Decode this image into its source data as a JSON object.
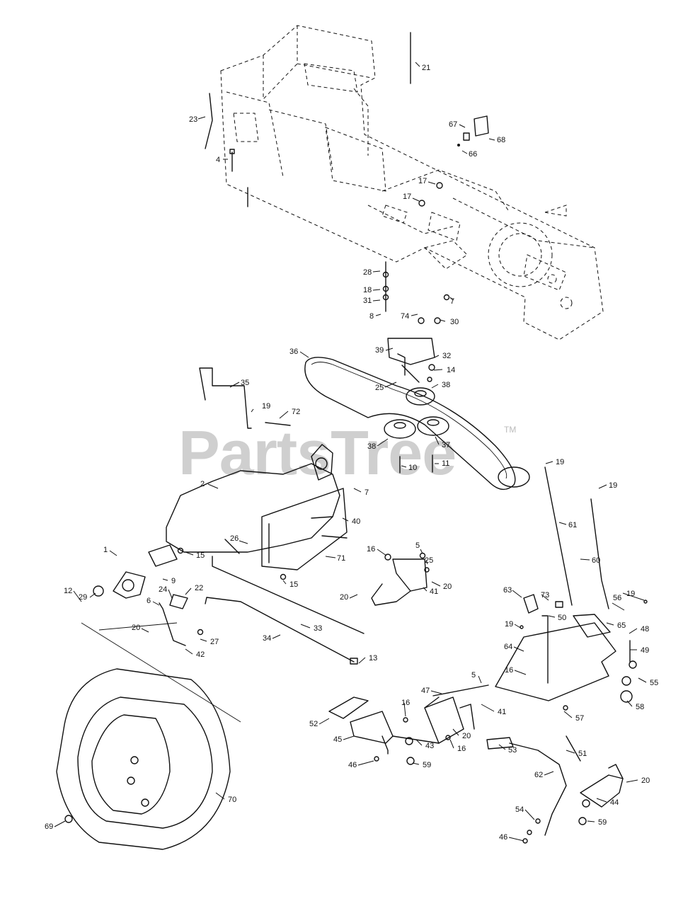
{
  "watermark": {
    "text": "PartsTree",
    "trademark": "TM"
  },
  "callouts": [
    {
      "id": "21",
      "label": "21"
    },
    {
      "id": "23",
      "label": "23"
    },
    {
      "id": "67",
      "label": "67"
    },
    {
      "id": "68",
      "label": "68"
    },
    {
      "id": "66",
      "label": "66"
    },
    {
      "id": "4",
      "label": "4"
    },
    {
      "id": "17a",
      "label": "17"
    },
    {
      "id": "17b",
      "label": "17"
    },
    {
      "id": "28",
      "label": "28"
    },
    {
      "id": "18",
      "label": "18"
    },
    {
      "id": "31",
      "label": "31"
    },
    {
      "id": "8",
      "label": "8"
    },
    {
      "id": "7a",
      "label": "7"
    },
    {
      "id": "74",
      "label": "74"
    },
    {
      "id": "30",
      "label": "30"
    },
    {
      "id": "36",
      "label": "36"
    },
    {
      "id": "39",
      "label": "39"
    },
    {
      "id": "32",
      "label": "32"
    },
    {
      "id": "14",
      "label": "14"
    },
    {
      "id": "25a",
      "label": "25"
    },
    {
      "id": "38a",
      "label": "38"
    },
    {
      "id": "35",
      "label": "35"
    },
    {
      "id": "19a",
      "label": "19"
    },
    {
      "id": "72",
      "label": "72"
    },
    {
      "id": "38b",
      "label": "38"
    },
    {
      "id": "37",
      "label": "37"
    },
    {
      "id": "10",
      "label": "10"
    },
    {
      "id": "11",
      "label": "11"
    },
    {
      "id": "19b",
      "label": "19"
    },
    {
      "id": "19c",
      "label": "19"
    },
    {
      "id": "2",
      "label": "2"
    },
    {
      "id": "7b",
      "label": "7"
    },
    {
      "id": "40",
      "label": "40"
    },
    {
      "id": "61",
      "label": "61"
    },
    {
      "id": "60",
      "label": "60"
    },
    {
      "id": "1",
      "label": "1"
    },
    {
      "id": "26",
      "label": "26"
    },
    {
      "id": "71",
      "label": "71"
    },
    {
      "id": "16a",
      "label": "16"
    },
    {
      "id": "5a",
      "label": "5"
    },
    {
      "id": "25b",
      "label": "25"
    },
    {
      "id": "20a",
      "label": "20"
    },
    {
      "id": "29",
      "label": "29"
    },
    {
      "id": "9",
      "label": "9"
    },
    {
      "id": "15a",
      "label": "15"
    },
    {
      "id": "15b",
      "label": "15"
    },
    {
      "id": "41a",
      "label": "41"
    },
    {
      "id": "12",
      "label": "12"
    },
    {
      "id": "24",
      "label": "24"
    },
    {
      "id": "22",
      "label": "22"
    },
    {
      "id": "20b",
      "label": "20"
    },
    {
      "id": "6",
      "label": "6"
    },
    {
      "id": "63",
      "label": "63"
    },
    {
      "id": "73",
      "label": "73"
    },
    {
      "id": "19d",
      "label": "19"
    },
    {
      "id": "56",
      "label": "56"
    },
    {
      "id": "20c",
      "label": "20"
    },
    {
      "id": "33",
      "label": "33"
    },
    {
      "id": "50",
      "label": "50"
    },
    {
      "id": "19e",
      "label": "19"
    },
    {
      "id": "65",
      "label": "65"
    },
    {
      "id": "48",
      "label": "48"
    },
    {
      "id": "27",
      "label": "27"
    },
    {
      "id": "34",
      "label": "34"
    },
    {
      "id": "42",
      "label": "42"
    },
    {
      "id": "49",
      "label": "49"
    },
    {
      "id": "64",
      "label": "64"
    },
    {
      "id": "13",
      "label": "13"
    },
    {
      "id": "16b",
      "label": "16"
    },
    {
      "id": "5b",
      "label": "5"
    },
    {
      "id": "55",
      "label": "55"
    },
    {
      "id": "47",
      "label": "47"
    },
    {
      "id": "58",
      "label": "58"
    },
    {
      "id": "16c",
      "label": "16"
    },
    {
      "id": "41b",
      "label": "41"
    },
    {
      "id": "57",
      "label": "57"
    },
    {
      "id": "52",
      "label": "52"
    },
    {
      "id": "20d",
      "label": "20"
    },
    {
      "id": "45",
      "label": "45"
    },
    {
      "id": "43",
      "label": "43"
    },
    {
      "id": "16d",
      "label": "16"
    },
    {
      "id": "53",
      "label": "53"
    },
    {
      "id": "51",
      "label": "51"
    },
    {
      "id": "46a",
      "label": "46"
    },
    {
      "id": "59a",
      "label": "59"
    },
    {
      "id": "62",
      "label": "62"
    },
    {
      "id": "20e",
      "label": "20"
    },
    {
      "id": "70",
      "label": "70"
    },
    {
      "id": "44",
      "label": "44"
    },
    {
      "id": "54",
      "label": "54"
    },
    {
      "id": "59b",
      "label": "59"
    },
    {
      "id": "69",
      "label": "69"
    },
    {
      "id": "46b",
      "label": "46"
    }
  ]
}
